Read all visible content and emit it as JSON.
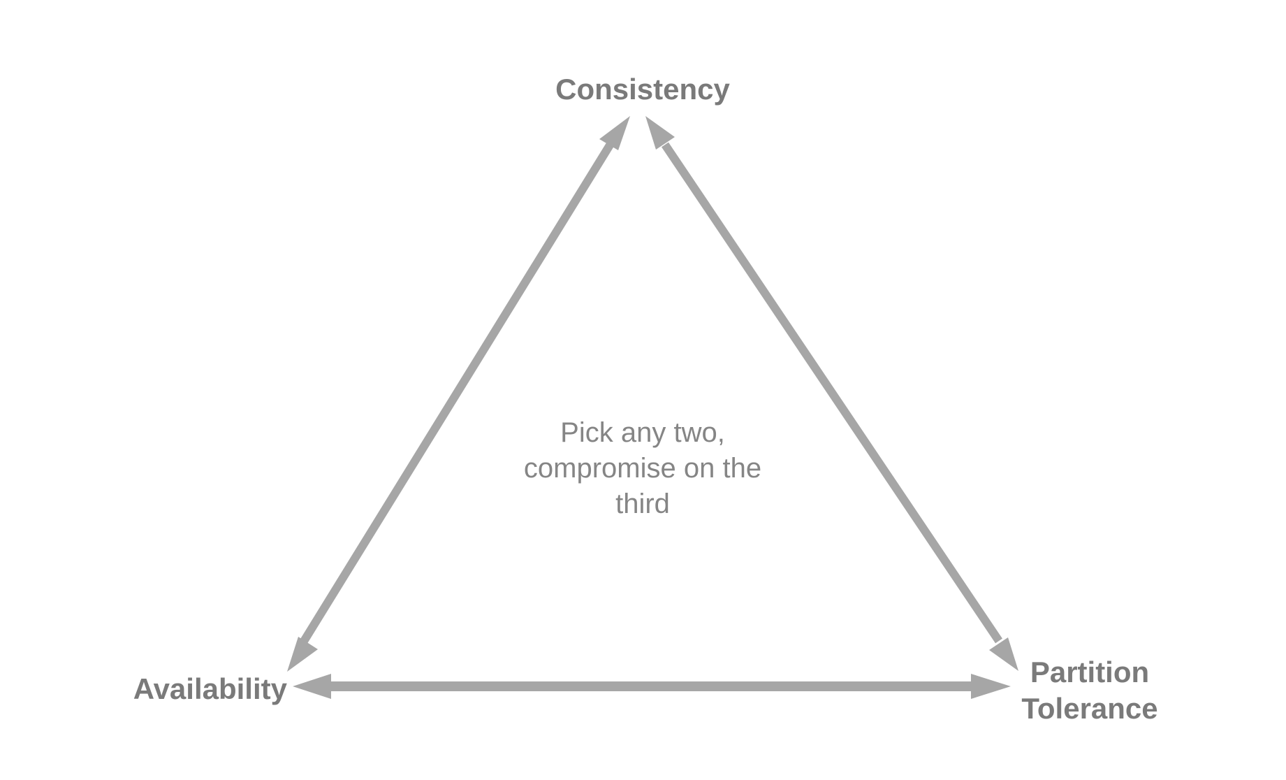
{
  "vertices": {
    "top": "Consistency",
    "left": "Availability",
    "right_line1": "Partition",
    "right_line2": "Tolerance"
  },
  "center_text": {
    "line1": "Pick any two,",
    "line2": "compromise on the",
    "line3": "third"
  },
  "colors": {
    "arrow": "#a6a6a6",
    "label": "#7a7a7a",
    "center_text": "#858585",
    "background": "#ffffff"
  }
}
